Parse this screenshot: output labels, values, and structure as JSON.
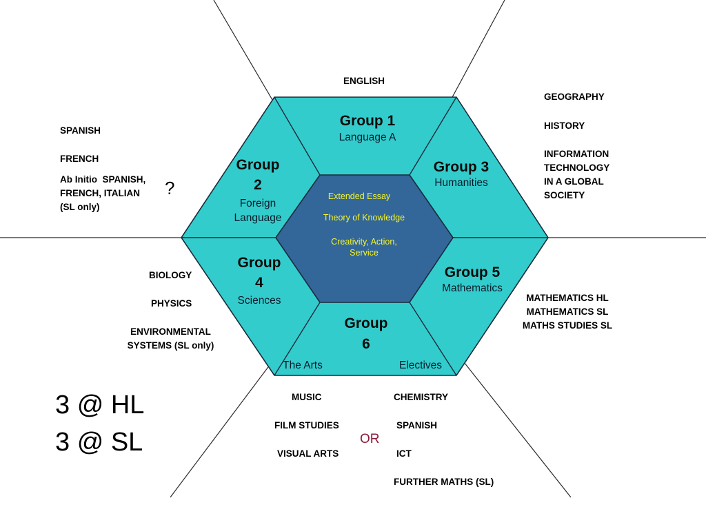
{
  "colors": {
    "hexagon_fill": "#33cccc",
    "core_fill": "#336699",
    "outline": "#1a2b3c",
    "core_text": "#f5f52a",
    "or_text": "#8b1a3a"
  },
  "groups": {
    "g1": {
      "title": "Group 1",
      "subtitle": "Language A"
    },
    "g2": {
      "title": "Group\n2",
      "subtitle": "Foreign\nLanguage"
    },
    "g3": {
      "title": "Group 3",
      "subtitle": "Humanities"
    },
    "g4": {
      "title": "Group\n4",
      "subtitle": "Sciences"
    },
    "g5": {
      "title": "Group 5",
      "subtitle": "Mathematics"
    },
    "g6": {
      "title": "Group\n6",
      "left_label": "The Arts",
      "right_label": "Electives"
    }
  },
  "core": {
    "extended_essay": "Extended Essay",
    "tok": "Theory of Knowledge",
    "cas": "Creativity, Action,\nService"
  },
  "subjects": {
    "group1": [
      "ENGLISH"
    ],
    "group2": {
      "spanish": "SPANISH",
      "french": "FRENCH",
      "ab_initio": "Ab Initio  SPANISH,\nFRENCH, ITALIAN\n(SL only)"
    },
    "group2_mark": "?",
    "group3": {
      "geography": "GEOGRAPHY",
      "history": "HISTORY",
      "itgs": "INFORMATION\nTECHNOLOGY\nIN A GLOBAL\nSOCIETY"
    },
    "group4": {
      "biology": "BIOLOGY",
      "physics": "PHYSICS",
      "ess": "ENVIRONMENTAL\nSYSTEMS (SL only)"
    },
    "group5": "MATHEMATICS HL\nMATHEMATICS SL\nMATHS STUDIES SL",
    "arts": [
      "MUSIC",
      "FILM STUDIES",
      "VISUAL ARTS"
    ],
    "or_label": "OR",
    "electives": [
      "CHEMISTRY",
      "SPANISH",
      "ICT",
      "FURTHER MATHS (SL)"
    ]
  },
  "levels": {
    "hl": "3 @ HL",
    "sl": "3 @ SL"
  }
}
